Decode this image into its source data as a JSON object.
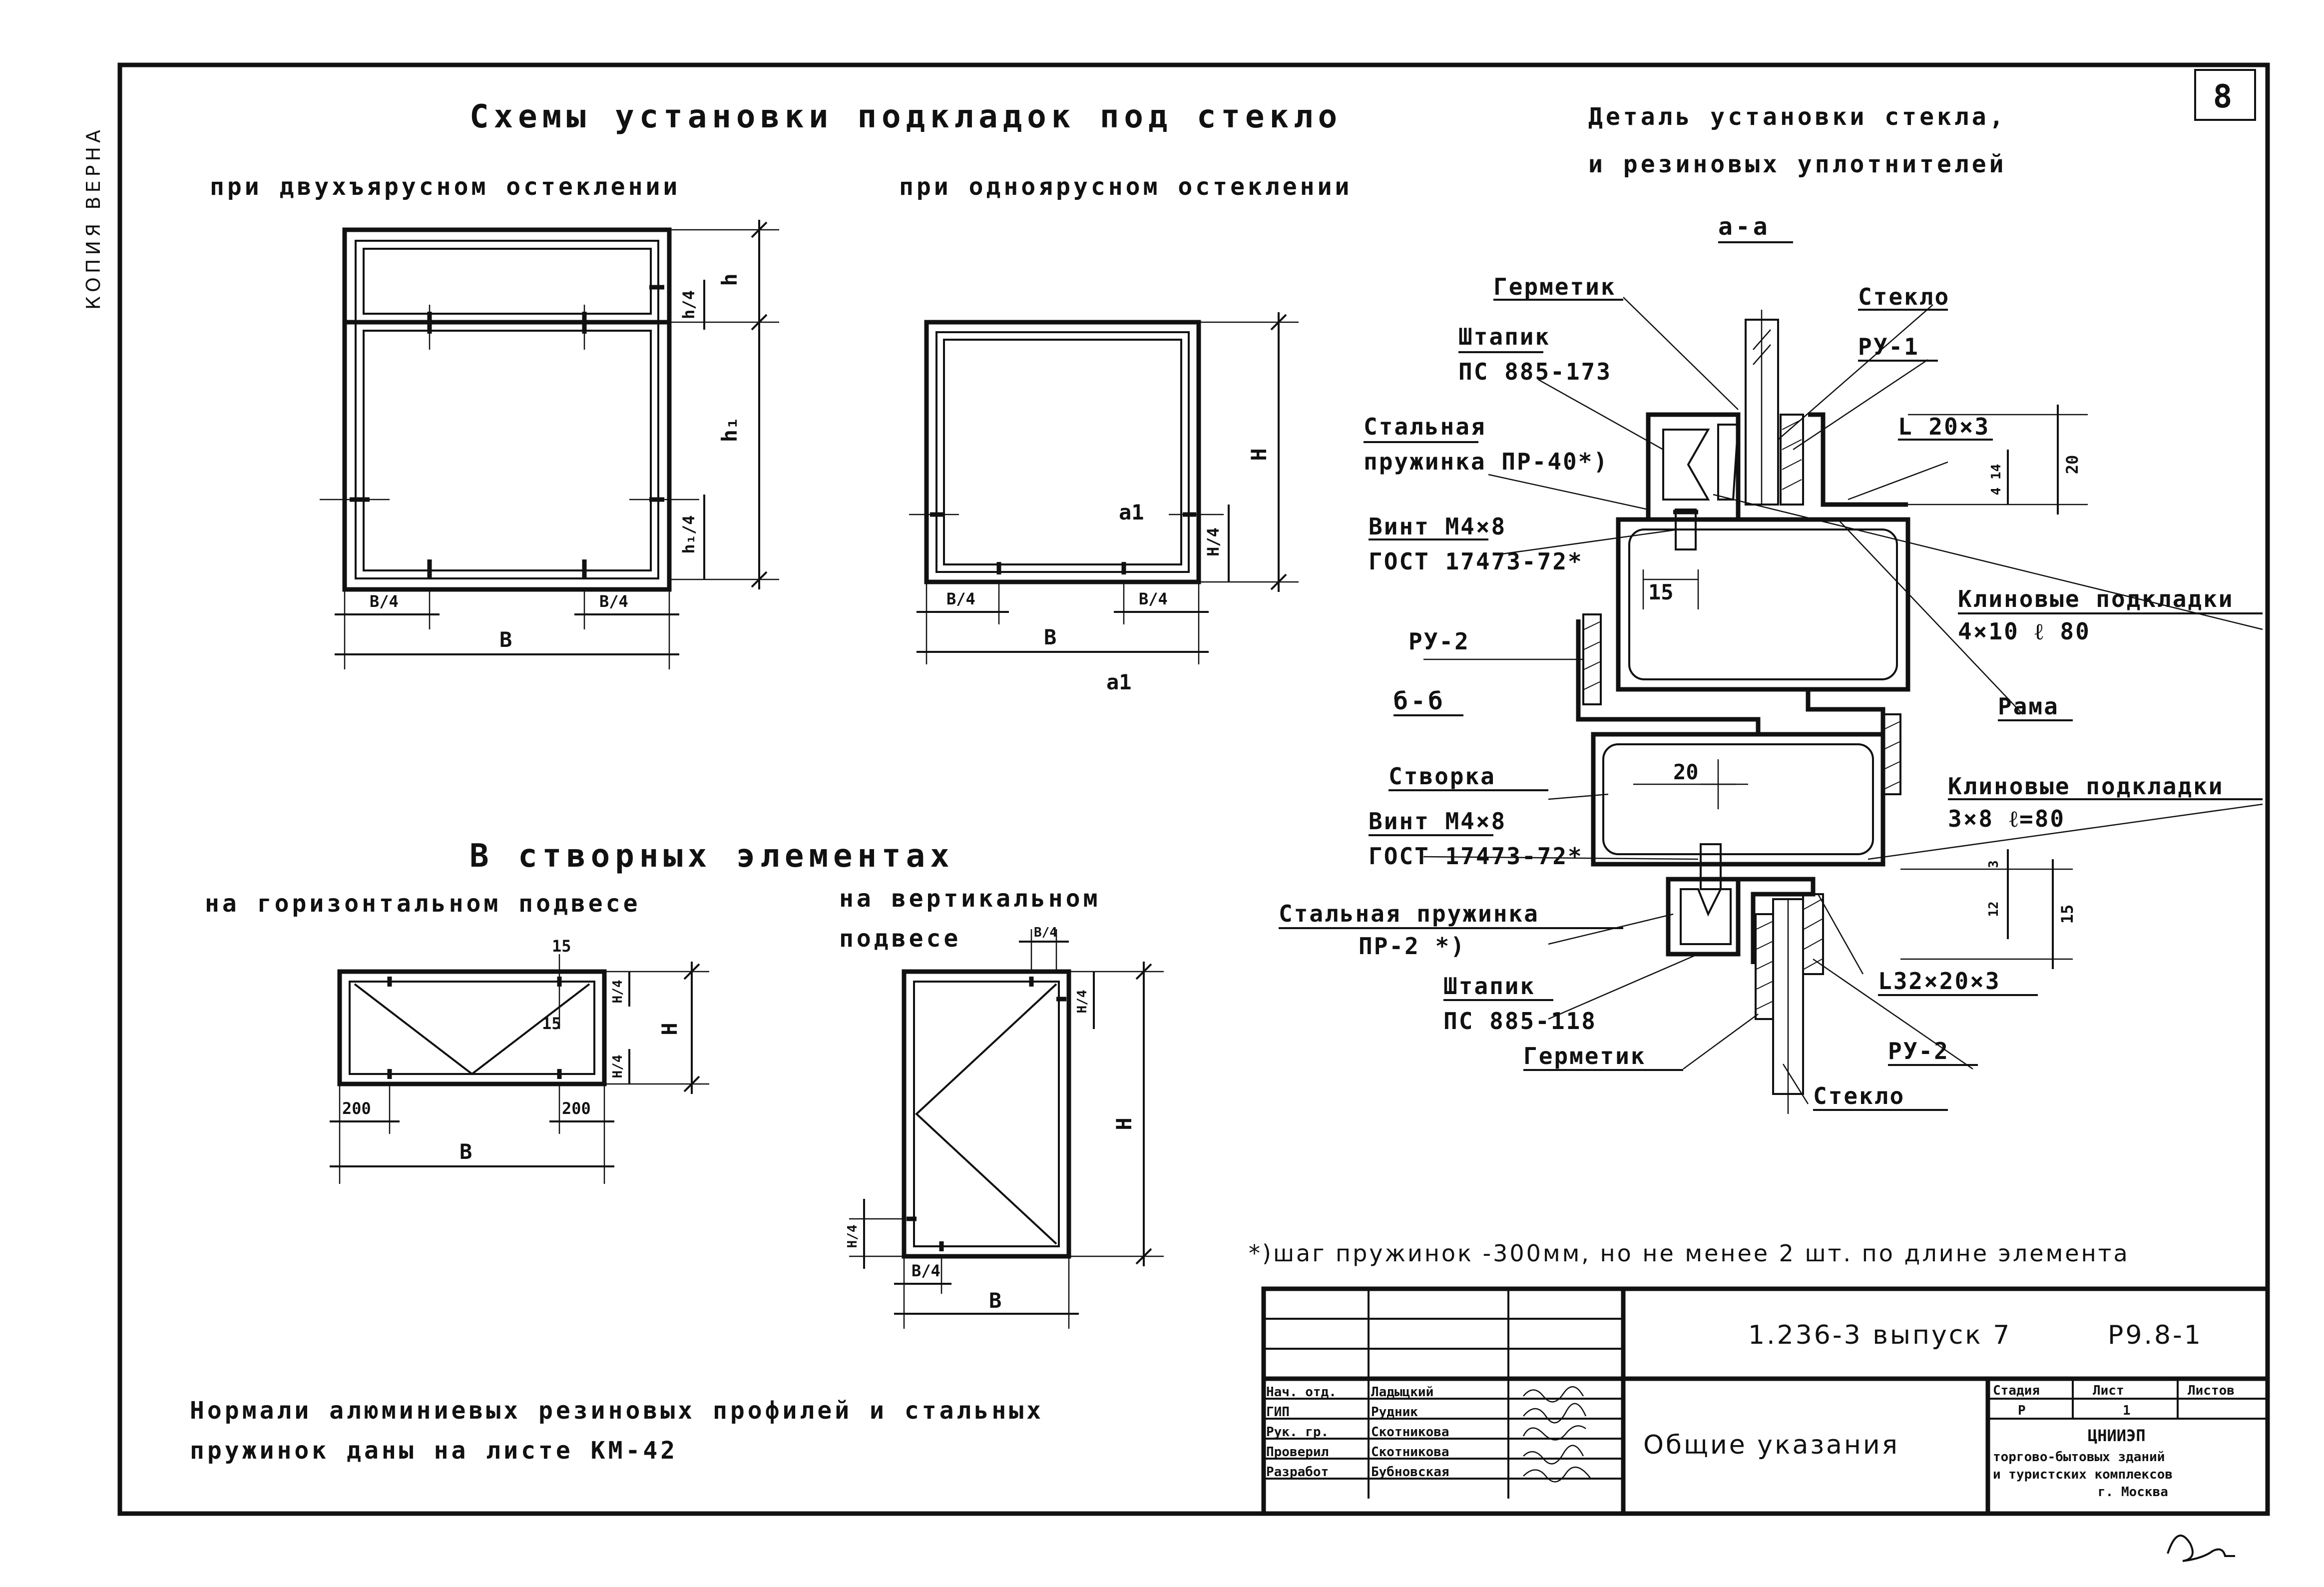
{
  "side_text": "КОПИЯ ВЕРНА",
  "sheet_number": "8",
  "titles": {
    "schemes_title": "Схемы установки подкладок под стекло",
    "double_tier": "при двухъярусном остеклении",
    "single_tier": "при одноярусном остеклении",
    "sash_title": "В створных элементах",
    "horizontal": "на горизонтальном подвесе",
    "vertical_1": "на вертикальном",
    "vertical_2": "подвесе",
    "detail_1": "Деталь установки стекла,",
    "detail_2": "и резиновых уплотнителей"
  },
  "dims": {
    "h": "h",
    "h1": "h₁",
    "h4": "h/4",
    "h14": "h₁/4",
    "H": "H",
    "H4": "H/4",
    "B": "B",
    "B4": "B/4",
    "a1": "a1",
    "d15": "15",
    "d15b": "15",
    "d20": "20",
    "d20b": "20",
    "d200": "200",
    "d200b": "200",
    "d12": "12",
    "d3": "3",
    "d14": "4 14",
    "d15c": "15"
  },
  "labels": {
    "section_aa": "а-а",
    "section_bb": "б-б",
    "germetik_top": "Герметик",
    "steklo_top": "Стекло",
    "shtapik_top_1": "Штапик",
    "shtapik_top_2": "ПС 885-173",
    "ru1": "РУ-1",
    "stal_top_1": "Стальная",
    "stal_top_2": "пружинка ПР-40*)",
    "l20": "L 20×3",
    "vint_top_1": "Винт М4×8",
    "vint_top_2": "ГОСТ 17473-72*",
    "klin_top_1": "Клиновые подкладки",
    "klin_top_2": "4×10   ℓ 80",
    "ru2_top": "РУ-2",
    "rama": "Рама",
    "stvorka": "Створка",
    "klin_bot_1": "Клиновые подкладки",
    "klin_bot_2": "3×8    ℓ=80",
    "vint_bot_1": "Винт М4×8",
    "vint_bot_2": "ГОСТ 17473-72*",
    "stal_bot_1": "Стальная пружинка",
    "stal_bot_2": "ПР-2 *)",
    "l32": "L32×20×3",
    "shtapik_bot_1": "Штапик",
    "shtapik_bot_2": "ПС 885-118",
    "ru2_bot": "РУ-2",
    "germetik_bot": "Герметик",
    "steklo_bot": "Стекло"
  },
  "footnote": "*)шаг пружинок -300мм, но не менее 2 шт. по длине элемента",
  "normali_1": "Нормали алюминиевых   резиновых   профилей и стальных",
  "normali_2": "пружинок даны на листе КМ-42",
  "stamp": {
    "doc_code": "1.236-3  выпуск 7",
    "sheet_code": "Р9.8-1",
    "title": "Общие указания",
    "stage_head": "Стадия",
    "list_head": "Лист",
    "lists_head": "Листов",
    "stage_val": "Р",
    "list_val": "1",
    "org_1": "ЦНИИЭП",
    "org_2": "торгово-бытовых зданий",
    "org_3": "и туристских комплексов",
    "org_4": "г. Москва",
    "roles": [
      "Нач. отд.",
      "ГИП",
      "Рук. гр.",
      "Проверил",
      "Разработ"
    ],
    "names": [
      "Ладыцкий",
      "Рудник",
      "Скотникова",
      "Скотникова",
      "Бубновская"
    ]
  }
}
